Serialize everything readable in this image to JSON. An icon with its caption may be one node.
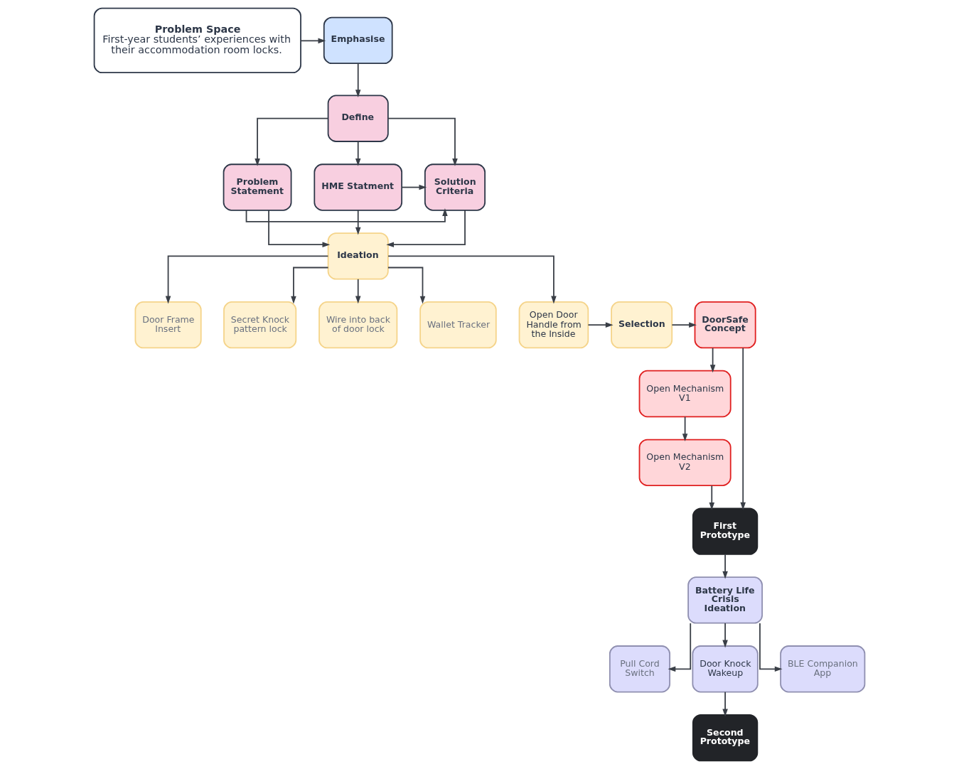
{
  "diagram": {
    "nodes": [
      {
        "text": [
          "Problem Space",
          "First-year students’ experiences with their accommodation room locks."
        ]
      },
      {
        "text": [
          "Emphasise"
        ]
      },
      {
        "text": [
          "Define"
        ]
      },
      {
        "text": [
          "Problem Statement"
        ]
      },
      {
        "text": [
          "Solution Criteria"
        ]
      },
      {
        "text": [
          "HME Statment"
        ]
      },
      {
        "text": [
          "Ideation"
        ]
      },
      {
        "text": [
          "Door Frame Insert"
        ]
      },
      {
        "text": [
          "Secret Knock pattern lock"
        ]
      },
      {
        "text": [
          "Wire into back of door lock"
        ]
      },
      {
        "text": [
          "Wallet Tracker"
        ]
      },
      {
        "text": [
          "Open Door Handle from the Inside"
        ]
      },
      {
        "text": [
          "Selection"
        ]
      },
      {
        "text": [
          "DoorSafe Concept"
        ]
      },
      {
        "text": [
          "Open Mechanism V1"
        ]
      },
      {
        "text": [
          "Open Mechanism V2"
        ]
      },
      {
        "text": [
          "First Prototype"
        ]
      },
      {
        "text": [
          "Battery Life Crisis Ideation"
        ]
      },
      {
        "text": [
          "Pull Cord Switch"
        ]
      },
      {
        "text": [
          "Door Knock Wakeup"
        ]
      },
      {
        "text": [
          "BLE Companion App"
        ]
      },
      {
        "text": [
          "Second Prototype"
        ]
      }
    ],
    "edges": [
      {
        "from": 0,
        "to": 1,
        "arrow": "to"
      },
      {
        "from": 1,
        "to": 2,
        "arrow": "to"
      },
      {
        "from": 2,
        "to": 3,
        "arrow": "to"
      },
      {
        "from": 2,
        "to": 4,
        "arrow": "to"
      },
      {
        "from": 2,
        "to": 5,
        "arrow": "to"
      },
      {
        "from": 3,
        "to": 4,
        "arrow": "to"
      },
      {
        "from": 5,
        "to": 4,
        "arrow": "to"
      },
      {
        "from": 4,
        "to": 6,
        "arrow": "to"
      },
      {
        "from": 3,
        "to": 6,
        "arrow": "to"
      },
      {
        "from": 5,
        "to": 6,
        "arrow": "to"
      },
      {
        "from": 6,
        "to": 7,
        "arrow": "to"
      },
      {
        "from": 6,
        "to": 8,
        "arrow": "to"
      },
      {
        "from": 6,
        "to": 9,
        "arrow": "to"
      },
      {
        "from": 6,
        "to": 10,
        "arrow": "to"
      },
      {
        "from": 6,
        "to": 11,
        "arrow": "to"
      },
      {
        "from": 11,
        "to": 12,
        "arrow": "to"
      },
      {
        "from": 12,
        "to": 13,
        "arrow": "to"
      },
      {
        "from": 13,
        "to": 14,
        "arrow": "to"
      },
      {
        "from": 14,
        "to": 15,
        "arrow": "to"
      },
      {
        "from": 15,
        "to": 16,
        "arrow": "to"
      },
      {
        "from": 13,
        "to": 16,
        "arrow": "to"
      },
      {
        "from": 16,
        "to": 17,
        "arrow": "to"
      },
      {
        "from": 17,
        "to": 18,
        "arrow": "to"
      },
      {
        "from": 17,
        "to": 19,
        "arrow": "to"
      },
      {
        "from": 17,
        "to": 20,
        "arrow": "to"
      },
      {
        "from": 19,
        "to": 21,
        "arrow": "to"
      }
    ]
  }
}
